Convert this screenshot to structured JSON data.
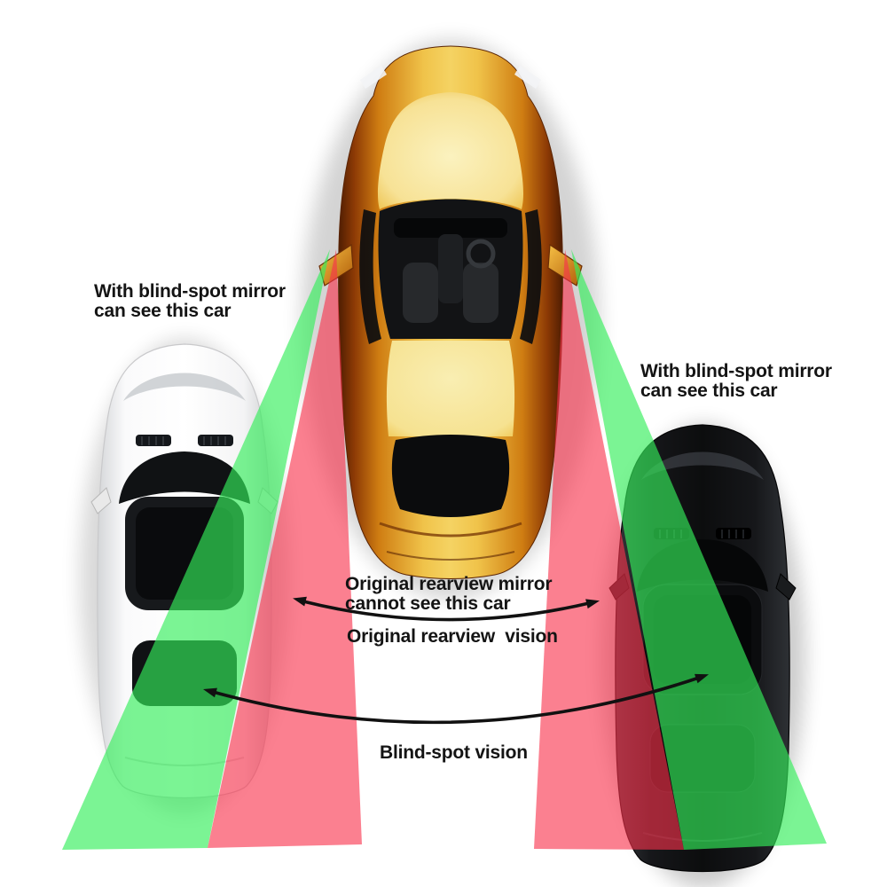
{
  "captions": {
    "left": {
      "line1": "With blind-spot mirror",
      "line2": "can see this car"
    },
    "right": {
      "line1": "With blind-spot mirror",
      "line2": "can see this car"
    },
    "center": {
      "line1": "Original rearview mirror",
      "line2": "cannot see this car"
    }
  },
  "labels": {
    "original_vision": "Original rearview  vision",
    "blindspot_vision": "Blind-spot vision"
  },
  "colors": {
    "background": "#ffffff",
    "blindspot_zone_green": "#34ee5b",
    "original_zone_pink": "#f8324c",
    "arrow": "#111111",
    "text": "#141414",
    "center_car_gold": "#f0c34a",
    "left_car_white": "#f7f7f8",
    "right_car_black": "#131416"
  }
}
